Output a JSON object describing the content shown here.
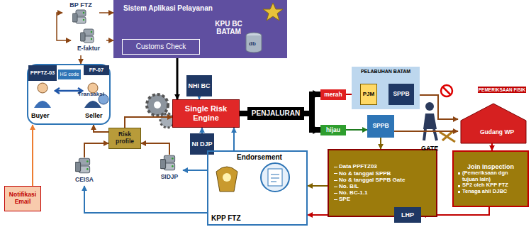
{
  "diagram": {
    "nodes": [
      {
        "text": [
          "BP FTZ"
        ]
      },
      {
        "text": [
          "E-faktur"
        ]
      },
      {
        "text": [
          "Sistem Aplikasi Pelayanan"
        ]
      },
      {
        "text": [
          "Customs Check"
        ],
        "in": 2
      },
      {
        "text": [
          "KPU BC BATAM"
        ],
        "in": 2
      },
      {
        "text": [
          "Transaksi",
          "Buyer",
          "Seller"
        ]
      },
      {
        "text": [
          "PPFTZ-03"
        ],
        "in": 5
      },
      {
        "text": [
          "FP-07"
        ],
        "in": 5
      },
      {
        "text": [
          "HS code"
        ],
        "in": 5
      },
      {
        "text": [
          "Single Risk Engine"
        ]
      },
      {
        "text": [
          "NHI BC"
        ]
      },
      {
        "text": [
          "NI DJP"
        ]
      },
      {
        "text": [
          "merah"
        ]
      },
      {
        "text": [
          "hijau"
        ]
      },
      {
        "text": [
          "PELABUHAN BATAM"
        ]
      },
      {
        "text": [
          "PJM"
        ],
        "in": 14
      },
      {
        "text": [
          "SPPB"
        ],
        "in": 14
      },
      {
        "text": [
          "SPPB"
        ]
      },
      {
        "text": [
          "PEMERIKSAAN FISIK",
          "Gudang WP"
        ]
      },
      {
        "text": [
          "Data PPFTZ03",
          "No & tanggal SPPB",
          "No & tanggal SPPB Gate",
          "No. B/L",
          "No. BC-1.1",
          "SPE"
        ]
      },
      {
        "text": [
          "Join Inspection",
          "(Pemeriksaan dgn tujuan lain)",
          "SP2 oleh KPP FTZ",
          "Tenaga ahli DJBC"
        ]
      },
      {
        "text": [
          "Risk profile"
        ]
      },
      {
        "text": [
          "CEISA"
        ]
      },
      {
        "text": [
          "SIDJP"
        ]
      },
      {
        "text": [
          "Notifikasi Email"
        ]
      },
      {
        "text": [
          "Endorsement",
          "KPP FTZ"
        ]
      },
      {
        "text": [
          "LHP"
        ]
      }
    ],
    "edges": [
      {
        "from": 0,
        "to": 1,
        "arrow": "both"
      },
      {
        "from": 0,
        "to": 2,
        "arrow": "to"
      },
      {
        "from": 1,
        "to": 2,
        "arrow": "to"
      },
      {
        "from": 1,
        "to": 5,
        "arrow": "to"
      },
      {
        "from": 2,
        "to": 9,
        "arrow": "to"
      },
      {
        "from": 10,
        "to": 9,
        "arrow": "to"
      },
      {
        "from": 11,
        "to": 9,
        "arrow": "to"
      },
      {
        "from": 9,
        "to": 12,
        "arrow": "to",
        "label": "PENJALURAN"
      },
      {
        "from": 9,
        "to": 13,
        "arrow": "to"
      },
      {
        "from": 12,
        "to": 15,
        "arrow": "to"
      },
      {
        "from": 15,
        "to": 16,
        "arrow": "to"
      },
      {
        "from": 16,
        "to": 18,
        "arrow": "to"
      },
      {
        "from": 13,
        "to": 17,
        "arrow": "to"
      },
      {
        "from": 17,
        "to": 18,
        "arrow": "to"
      },
      {
        "from": 17,
        "to": 19,
        "arrow": "to"
      },
      {
        "from": 18,
        "to": 20,
        "arrow": "to"
      },
      {
        "from": 20,
        "to": 26,
        "arrow": "to"
      },
      {
        "from": 26,
        "to": 25,
        "arrow": "to"
      },
      {
        "from": 19,
        "to": 25,
        "arrow": "to"
      },
      {
        "from": 25,
        "to": 9,
        "arrow": "to"
      },
      {
        "from": 25,
        "to": 23,
        "arrow": "to"
      },
      {
        "from": 25,
        "to": 22,
        "arrow": "to"
      },
      {
        "from": 22,
        "to": 21,
        "arrow": "to"
      },
      {
        "from": 23,
        "to": 21,
        "arrow": "to"
      },
      {
        "from": 21,
        "to": 9,
        "arrow": "to"
      },
      {
        "from": 21,
        "to": 5,
        "arrow": "to"
      },
      {
        "from": 24,
        "to": 5,
        "arrow": "to"
      }
    ],
    "labels": [
      "db",
      "GATE"
    ]
  }
}
